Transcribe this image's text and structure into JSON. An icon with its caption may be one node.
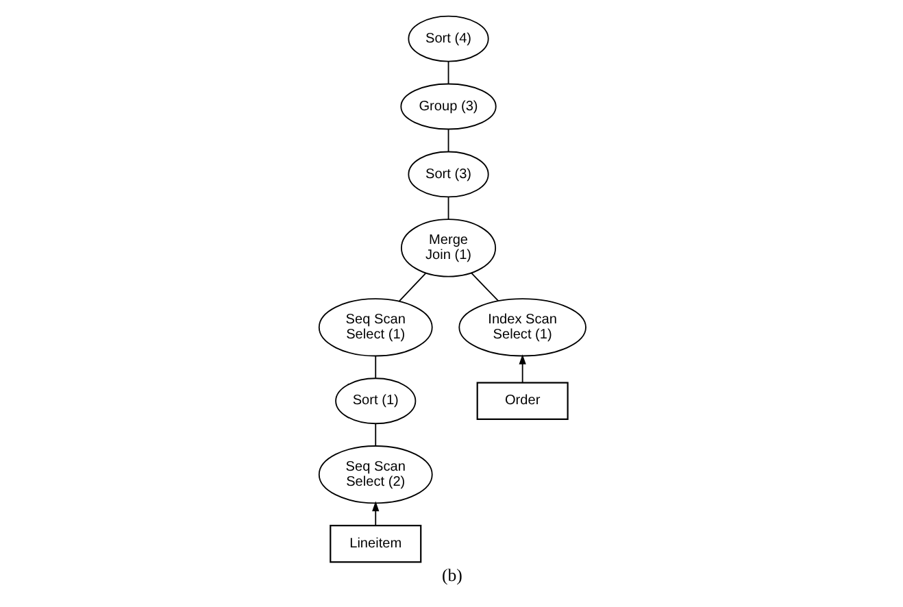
{
  "diagram": {
    "caption": "(b)",
    "nodes": [
      {
        "text": [
          "Sort (4)"
        ]
      },
      {
        "text": [
          "Group (3)"
        ]
      },
      {
        "text": [
          "Sort (3)"
        ]
      },
      {
        "text": [
          "Merge Join (1)"
        ]
      },
      {
        "text": [
          "Seq Scan Select (1)"
        ]
      },
      {
        "text": [
          "Index Scan Select (1)"
        ]
      },
      {
        "text": [
          "Sort (1)"
        ]
      },
      {
        "text": [
          "Order"
        ]
      },
      {
        "text": [
          "Seq Scan Select (2)"
        ]
      },
      {
        "text": [
          "Lineitem"
        ]
      }
    ],
    "edges": [
      {
        "from": 9,
        "to": 8,
        "arrow": "to"
      },
      {
        "from": 8,
        "to": 6,
        "arrow": "none"
      },
      {
        "from": 6,
        "to": 4,
        "arrow": "none"
      },
      {
        "from": 4,
        "to": 3,
        "arrow": "none"
      },
      {
        "from": 7,
        "to": 5,
        "arrow": "to"
      },
      {
        "from": 5,
        "to": 3,
        "arrow": "none"
      },
      {
        "from": 3,
        "to": 2,
        "arrow": "none"
      },
      {
        "from": 2,
        "to": 1,
        "arrow": "none"
      },
      {
        "from": 1,
        "to": 0,
        "arrow": "none"
      }
    ]
  }
}
